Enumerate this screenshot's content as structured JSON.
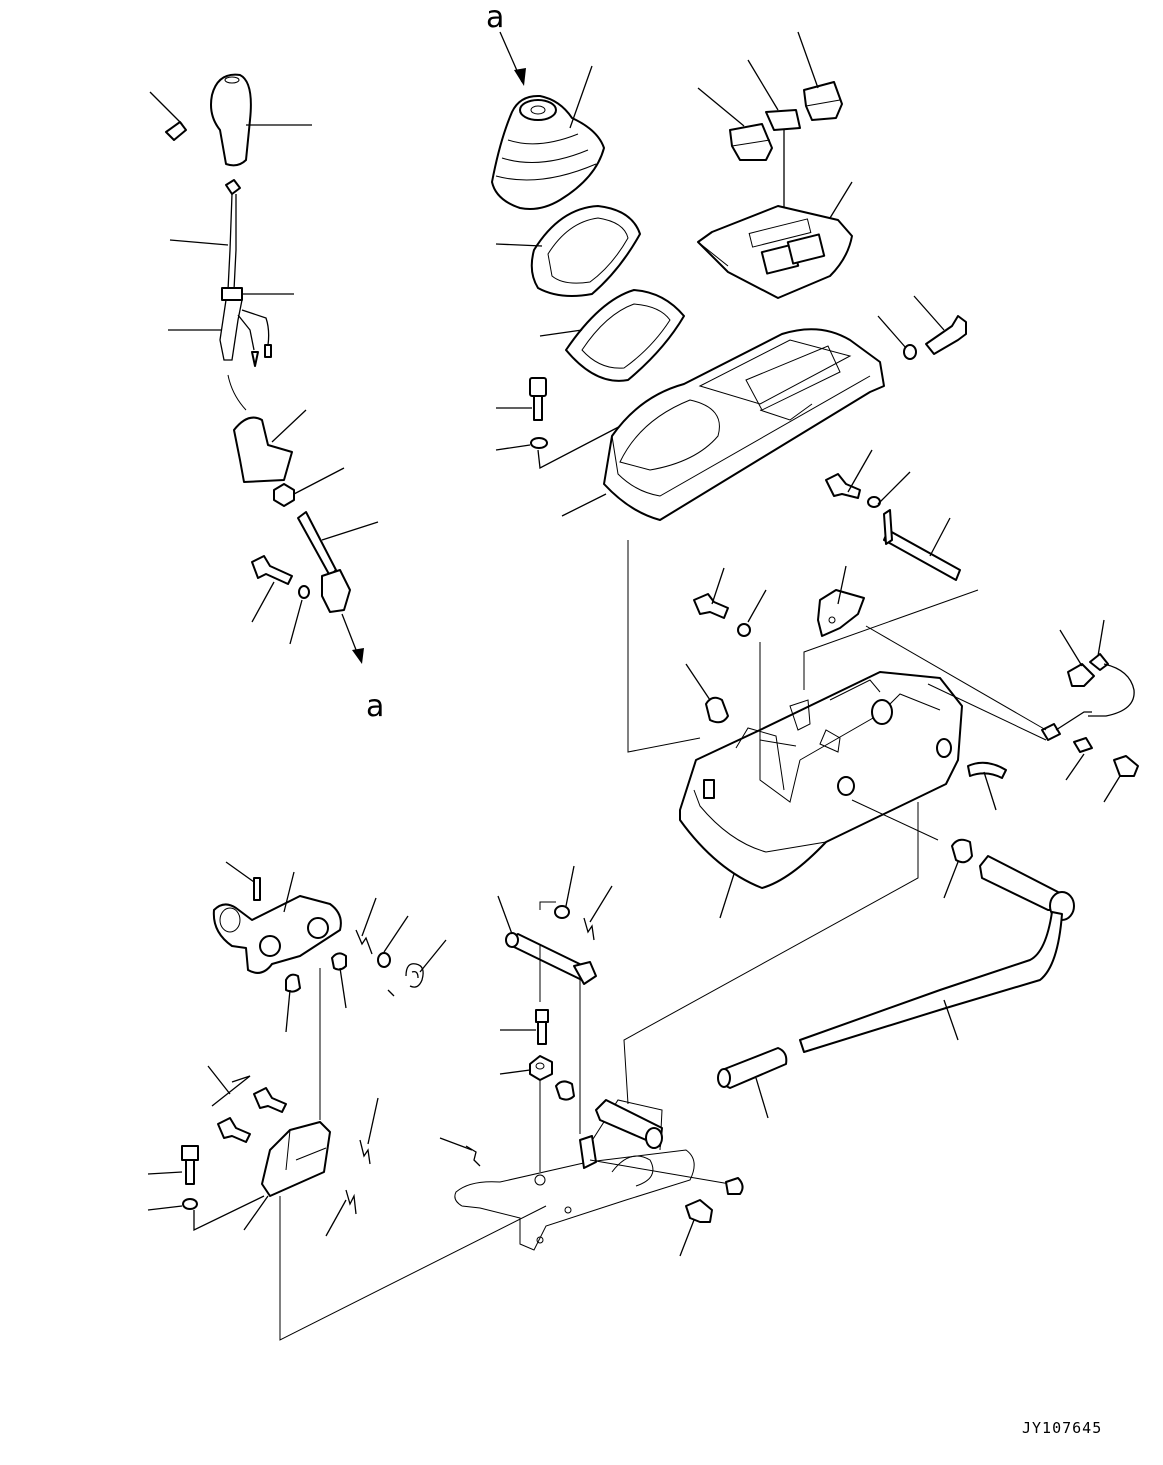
{
  "diagram": {
    "view_labels": [
      "a",
      "a"
    ],
    "drawing_code": "JY107645"
  }
}
